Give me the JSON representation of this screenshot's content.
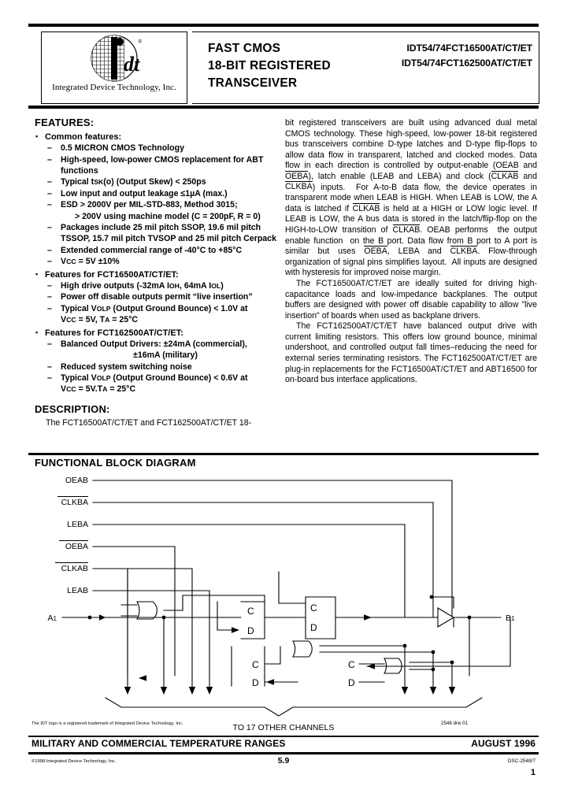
{
  "header": {
    "logo_caption": "Integrated Device Technology, Inc.",
    "title_lines": [
      "FAST CMOS",
      "18-BIT REGISTERED",
      "TRANSCEIVER"
    ],
    "part_numbers": [
      "IDT54/74FCT16500AT/CT/ET",
      "IDT54/74FCT162500AT/CT/ET"
    ]
  },
  "features": {
    "heading": "FEATURES:",
    "groups": [
      {
        "label": "Common features:",
        "items": [
          {
            "text": "0.5 MICRON CMOS Technology",
            "bold": false
          },
          {
            "text": "High-speed, low-power CMOS replacement for ABT functions",
            "bold": true
          },
          {
            "text": "Typical tSK(o)  (Output Skew) < 250ps",
            "bold": true
          },
          {
            "text": "Low input and output leakage ≤1µA (max.)",
            "bold": true
          },
          {
            "text": "ESD > 2000V per MIL-STD-883, Method 3015;",
            "bold": false
          },
          {
            "text": "> 200V using machine model (C = 200pF, R = 0)",
            "bold": false,
            "indent": true
          },
          {
            "text": "Packages include 25 mil pitch SSOP, 19.6 mil pitch TSSOP, 15.7 mil pitch TVSOP and 25 mil pitch Cerpack",
            "bold": false
          },
          {
            "text": "Extended commercial range of -40°C to +85°C",
            "bold": false
          },
          {
            "text": "VCC = 5V ±10%",
            "bold": false
          }
        ]
      },
      {
        "label": "Features for FCT16500AT/CT/ET:",
        "items": [
          {
            "text": "High drive outputs (-32mA IOH, 64mA IOL)",
            "bold": false
          },
          {
            "text": "Power off disable outputs permit “live insertion”",
            "bold": false
          },
          {
            "text": "Typical VOLP (Output Ground Bounce) < 1.0V at",
            "bold": false
          },
          {
            "text": "VCC = 5V, TA = 25°C",
            "bold": false,
            "cont": true
          }
        ]
      },
      {
        "label": "Features for FCT162500AT/CT/ET:",
        "items": [
          {
            "text": "Balanced Output Drivers:   ±24mA (commercial),",
            "bold": false
          },
          {
            "text": "±16mA (military)",
            "bold": false,
            "cont": true,
            "deep": true
          },
          {
            "text": "Reduced system switching noise",
            "bold": false
          },
          {
            "text": "Typical VOLP (Output Ground Bounce) < 0.6V at",
            "bold": false
          },
          {
            "text": "VCC = 5V.TA = 25°C",
            "bold": false,
            "cont": true
          }
        ]
      }
    ]
  },
  "description": {
    "heading": "DESCRIPTION:",
    "first_line": "The FCT16500AT/CT/ET and FCT162500AT/CT/ET 18-",
    "right_paragraphs": [
      "bit registered transceivers are built using advanced dual metal CMOS technology. These high-speed, low-power 18-bit registered bus transceivers combine D-type latches and D-type flip-flops to allow data flow in transparent, latched and clocked modes. Data flow in each direction is controlled by output-enable (OEAB and OEBA), latch enable (LEAB and LEBA) and clock (CLKAB and CLKBA) inputs.  For A-to-B data flow, the device operates in transparent mode when LEAB is HIGH. When LEAB is LOW, the A data is latched if CLKAB is held at a HIGH or LOW logic level. If LEAB is LOW, the A bus data is stored in the latch/flip-flop on the HIGH-to-LOW transition of CLKAB. OEAB performs  the output enable function  on the B port. Data flow from B port to A port is similar but uses OEBA, LEBA and CLKBA. Flow-through organization of signal pins simplifies layout.  All inputs are designed with hysteresis for improved noise margin.",
      "The FCT16500AT/CT/ET are ideally suited for driving high-capacitance loads and low-impedance backplanes. The output buffers are designed with power off disable capability to allow \"live insertion\" of boards when used as backplane drivers.",
      "The FCT162500AT/CT/ET have balanced output drive with current limiting resistors. This offers low ground bounce, minimal undershoot, and controlled output fall times–reducing the need for external series terminating resistors.   The FCT162500AT/CT/ET are plug-in replacements for the FCT16500AT/CT/ET and ABT16500 for on-board bus interface applications."
    ]
  },
  "block_diagram": {
    "title": "FUNCTIONAL BLOCK DIAGRAM",
    "signals": [
      {
        "name": "OEAB",
        "overbar": false
      },
      {
        "name": "CLKBA",
        "overbar": true
      },
      {
        "name": "LEBA",
        "overbar": false
      },
      {
        "name": "OEBA",
        "overbar": true
      },
      {
        "name": "CLKAB",
        "overbar": true
      },
      {
        "name": "LEAB",
        "overbar": false
      }
    ],
    "port_a": "A1",
    "port_b": "B1",
    "latch_pins": [
      "C",
      "D"
    ],
    "note": "TO 17 OTHER CHANNELS",
    "drawing_number": "2548 drw 01"
  },
  "footer": {
    "trademark": "The IDT logo is a registered trademark of Integrated Device Technology, Inc.",
    "range_line": "MILITARY AND COMMERCIAL TEMPERATURE RANGES",
    "date": "AUGUST 1996",
    "copyright": "©1998 Integrated Device Technology, Inc.",
    "page_number": "5.9",
    "dsc": "DSC-2548/7",
    "folio": "1"
  }
}
